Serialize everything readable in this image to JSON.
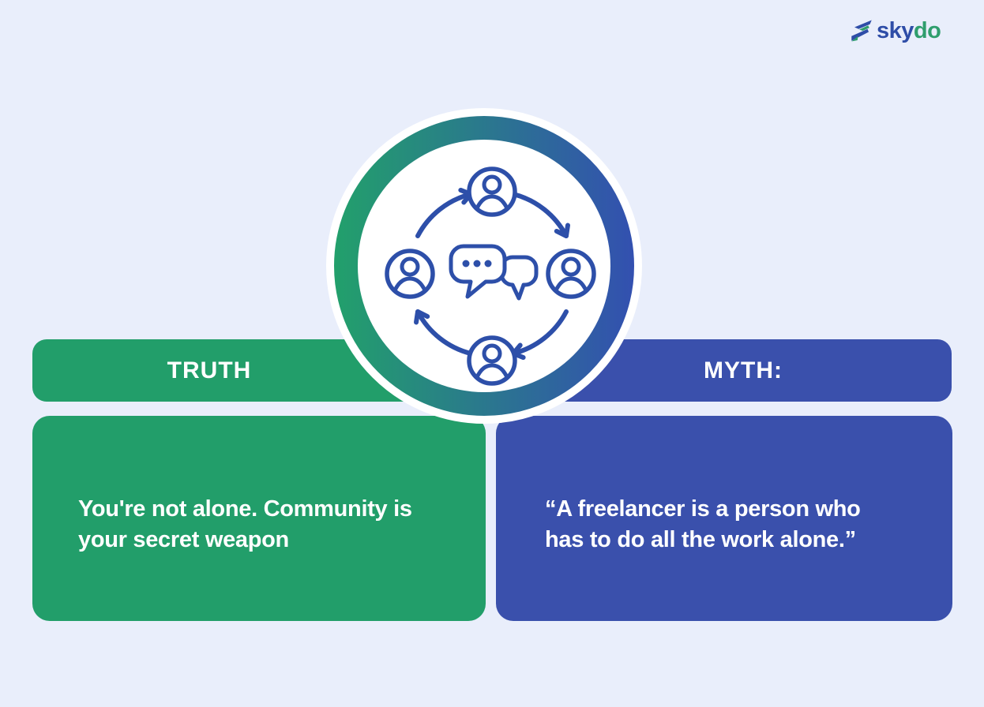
{
  "logo": {
    "sky": "sky",
    "do": "do"
  },
  "truth": {
    "header": "TRUTH",
    "line1": "You're not alone. Community is",
    "line2": "your secret weapon"
  },
  "myth": {
    "header": "MYTH:",
    "line1": "“A freelancer is a person who",
    "line2": "has to do all the work alone.”"
  },
  "center_icon": {
    "name": "community-communication-cycle",
    "description": "four user avatars connected by clockwise arrows around chat bubbles"
  },
  "colors": {
    "background": "#e9eefb",
    "green": "#229e6a",
    "blue": "#3a50ac",
    "ring_green": "#22a06b",
    "ring_blue": "#3350b0",
    "icon_stroke": "#2d4fa9",
    "logo_blue": "#2e4da7",
    "logo_green": "#2f9e6d",
    "text": "#ffffff"
  }
}
